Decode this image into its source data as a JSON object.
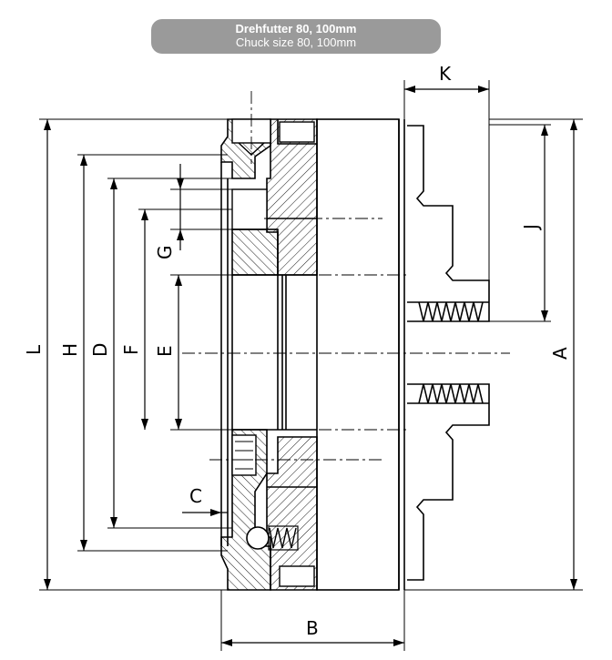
{
  "title": {
    "main": "Drehfutter 80, 100mm",
    "sub": "Chuck size 80, 100mm"
  },
  "dimensions": {
    "L": "L",
    "H": "H",
    "D": "D",
    "F": "F",
    "E": "E",
    "G": "G",
    "C": "C",
    "B": "B",
    "A": "A",
    "J": "J",
    "K": "K"
  }
}
